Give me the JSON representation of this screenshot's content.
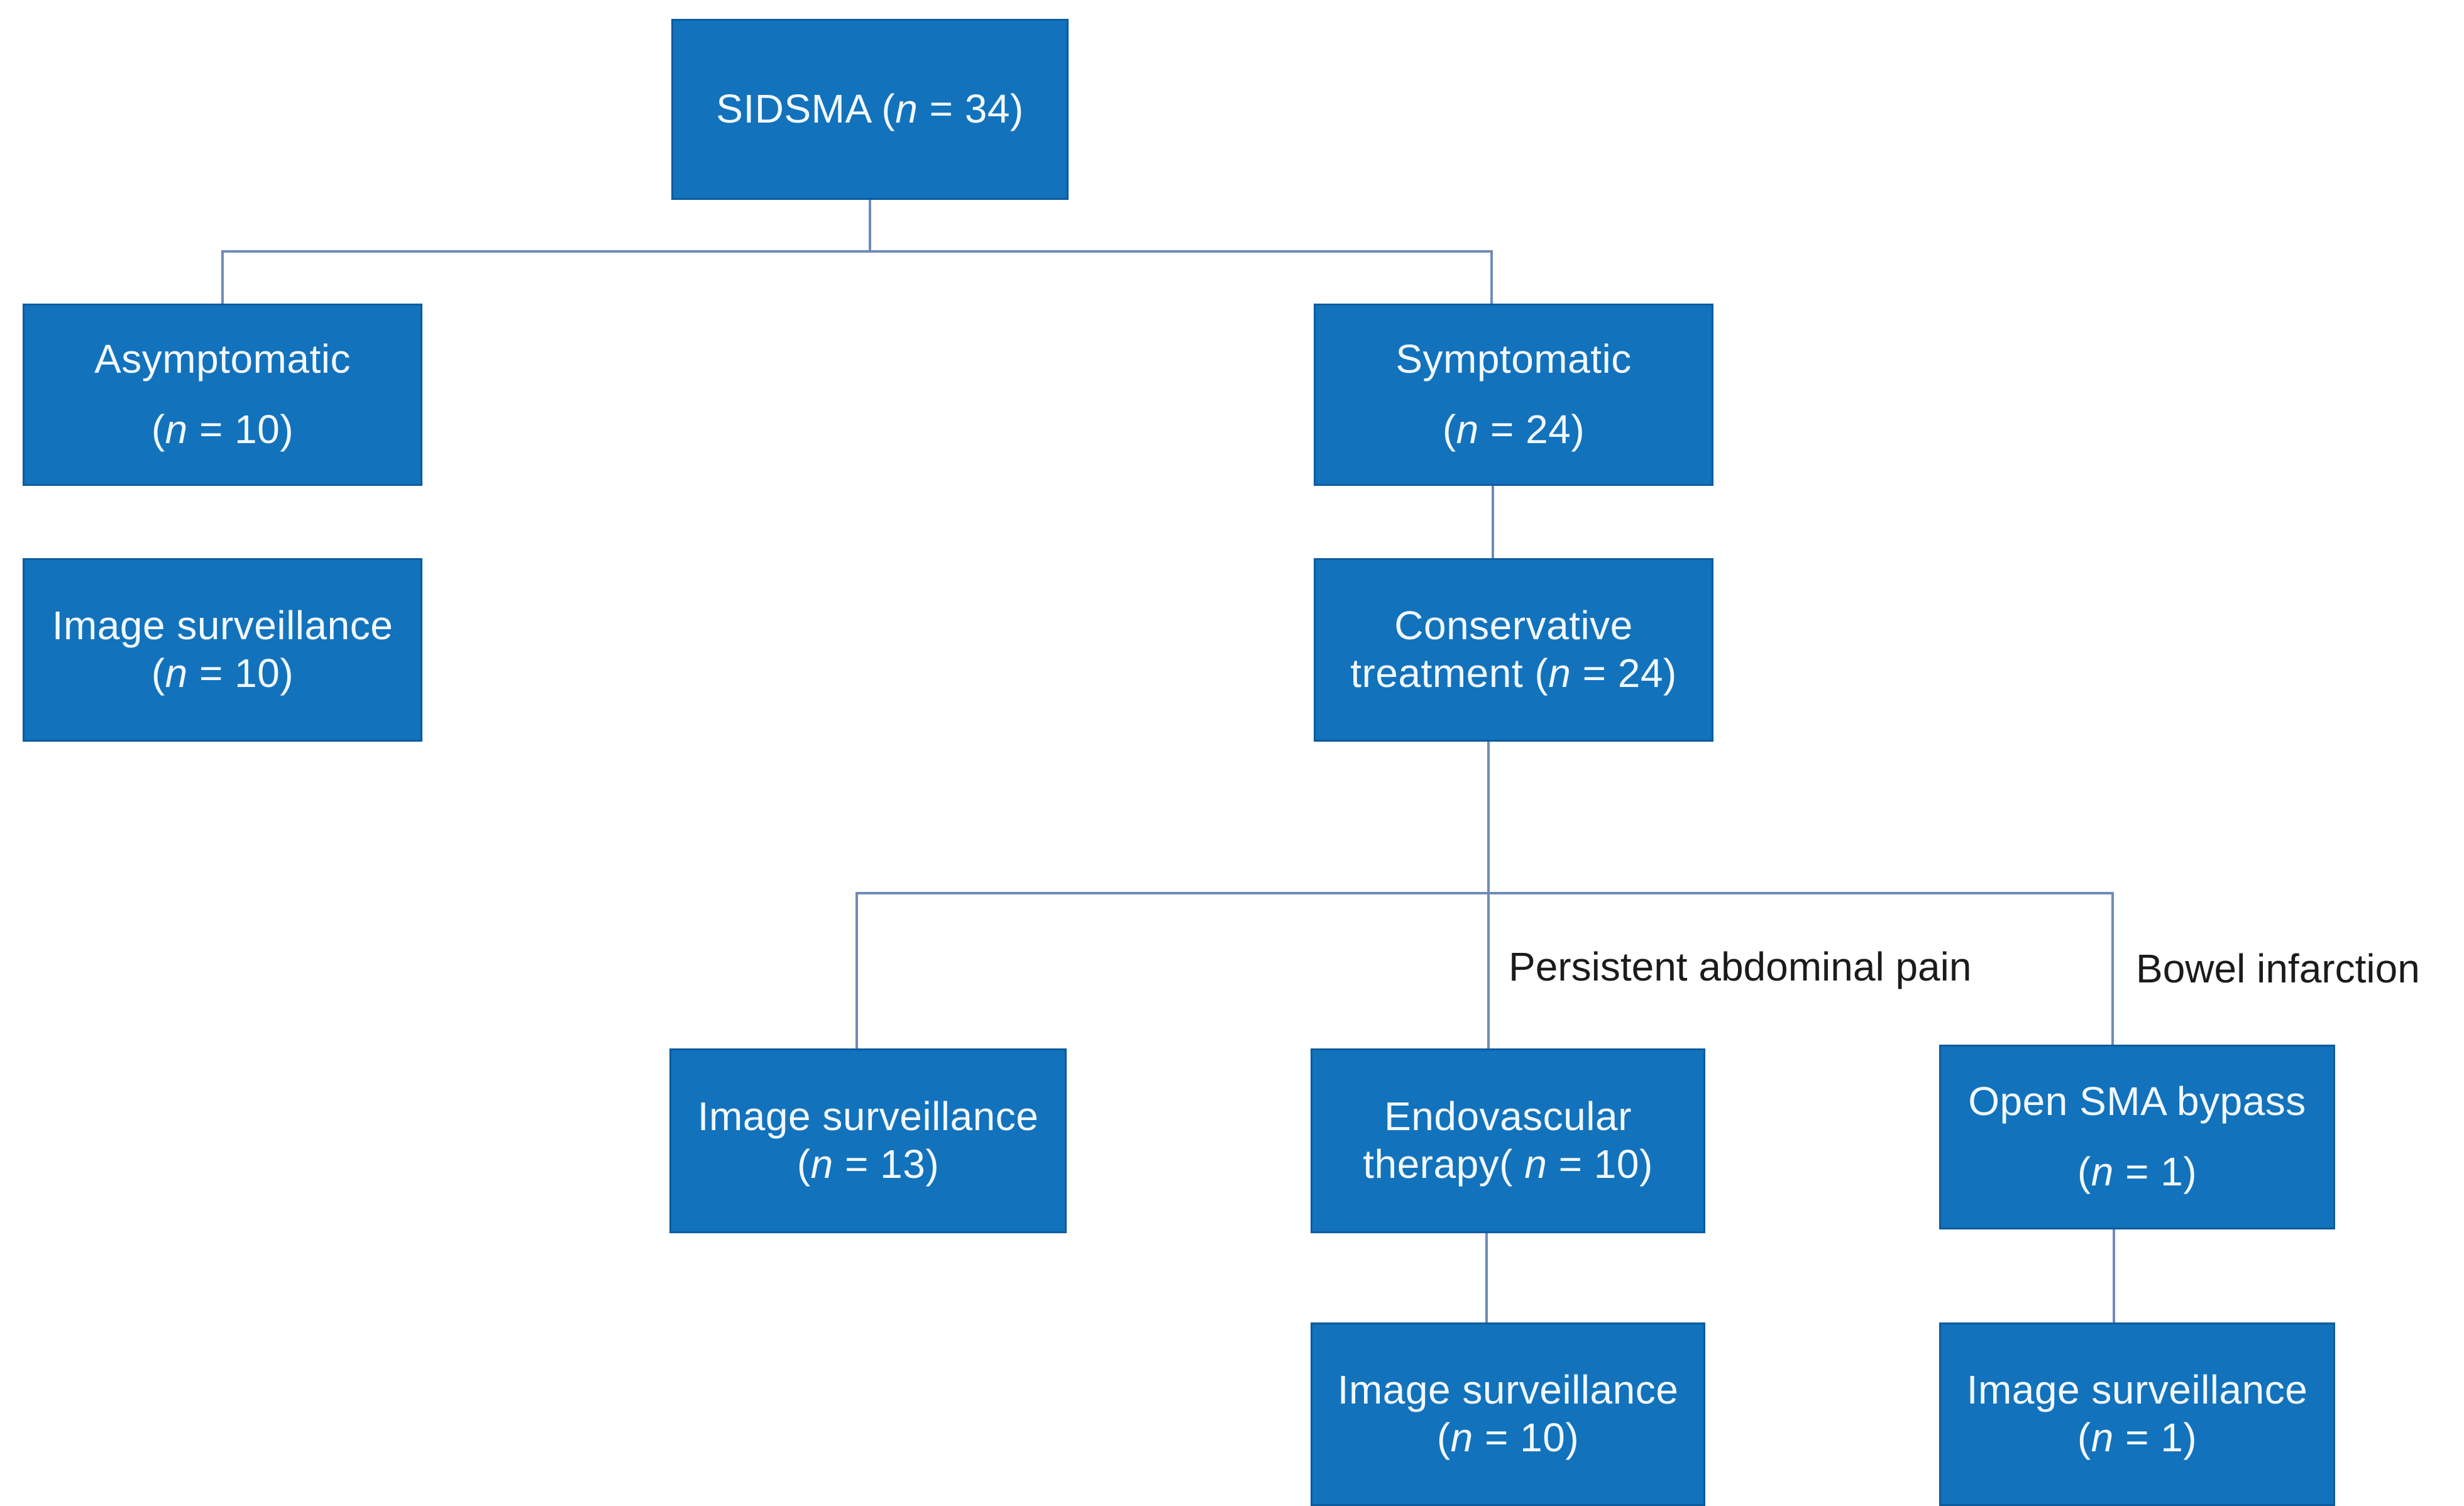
{
  "figure": {
    "type": "flowchart",
    "colors": {
      "node_fill": "#1272bc",
      "node_border": "#0d5c9e",
      "node_text": "#f2f8fd",
      "connector": "#6f8cb8",
      "label_text": "#1b1b1b"
    },
    "nodes": {
      "sidsma": {
        "text": "SIDSMA (n = 34)",
        "n": 34,
        "lines": [
          [
            {
              "t": "SIDSMA ("
            },
            {
              "t": "n",
              "i": true
            },
            {
              "t": " = 34)"
            }
          ]
        ]
      },
      "asymptomatic": {
        "text": "Asymptomatic (n = 10)",
        "n": 10,
        "lines": [
          [
            {
              "t": "Asymptomatic"
            }
          ],
          [
            {
              "t": "("
            },
            {
              "t": "n",
              "i": true
            },
            {
              "t": " = 10)"
            }
          ]
        ]
      },
      "symptomatic": {
        "text": "Symptomatic (n = 24)",
        "n": 24,
        "lines": [
          [
            {
              "t": "Symptomatic"
            }
          ],
          [
            {
              "t": "("
            },
            {
              "t": "n",
              "i": true
            },
            {
              "t": " = 24)"
            }
          ]
        ]
      },
      "image_surveillance_asymptomatic": {
        "text": "Image surveillance (n = 10)",
        "n": 10,
        "lines": [
          [
            {
              "t": "Image surveillance"
            }
          ],
          [
            {
              "t": "("
            },
            {
              "t": "n",
              "i": true
            },
            {
              "t": " = 10)"
            }
          ]
        ]
      },
      "conservative_treatment": {
        "text": "Conservative treatment (n = 24)",
        "n": 24,
        "lines": [
          [
            {
              "t": "Conservative"
            }
          ],
          [
            {
              "t": "treatment ("
            },
            {
              "t": "n",
              "i": true
            },
            {
              "t": " = 24)"
            }
          ]
        ]
      },
      "image_surveillance_conservative": {
        "text": "Image surveillance (n = 13)",
        "n": 13,
        "lines": [
          [
            {
              "t": "Image surveillance"
            }
          ],
          [
            {
              "t": "("
            },
            {
              "t": "n",
              "i": true
            },
            {
              "t": " = 13)"
            }
          ]
        ]
      },
      "endovascular_therapy": {
        "text": "Endovascular therapy( n = 10)",
        "n": 10,
        "lines": [
          [
            {
              "t": "Endovascular"
            }
          ],
          [
            {
              "t": "therapy( "
            },
            {
              "t": "n",
              "i": true
            },
            {
              "t": " = 10)"
            }
          ]
        ]
      },
      "open_sma_bypass": {
        "text": "Open SMA bypass (n = 1)",
        "n": 1,
        "lines": [
          [
            {
              "t": "Open SMA bypass"
            }
          ],
          [
            {
              "t": "("
            },
            {
              "t": "n",
              "i": true
            },
            {
              "t": " = 1)"
            }
          ]
        ]
      },
      "image_surveillance_endovascular": {
        "text": "Image surveillance (n = 10)",
        "n": 10,
        "lines": [
          [
            {
              "t": "Image surveillance"
            }
          ],
          [
            {
              "t": "("
            },
            {
              "t": "n",
              "i": true
            },
            {
              "t": " = 10)"
            }
          ]
        ]
      },
      "image_surveillance_bypass": {
        "text": "Image surveillance (n = 1)",
        "n": 1,
        "lines": [
          [
            {
              "t": "Image surveillance"
            }
          ],
          [
            {
              "t": "("
            },
            {
              "t": "n",
              "i": true
            },
            {
              "t": " = 1)"
            }
          ]
        ]
      }
    },
    "edge_labels": {
      "persistent_abdominal_pain": "Persistent abdominal pain",
      "bowel_infarction": "Bowel infarction"
    }
  }
}
